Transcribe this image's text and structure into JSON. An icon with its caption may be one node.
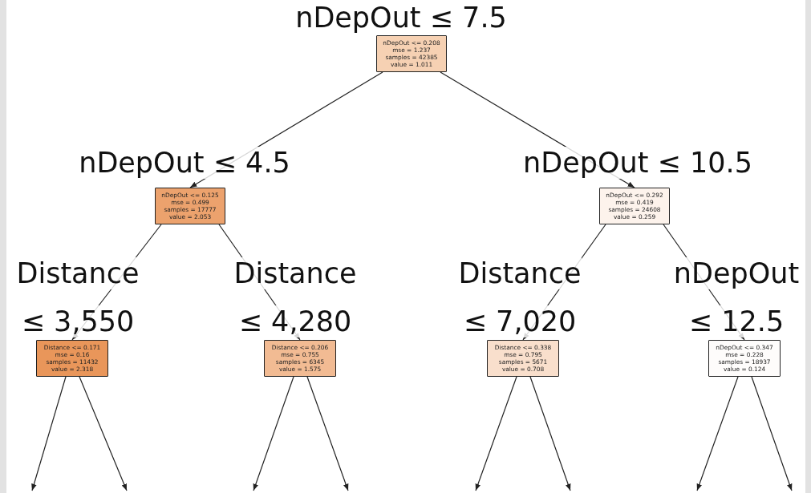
{
  "diagram": {
    "nodes": [
      {
        "text": [
          "nDepOut <= 0.208",
          "mse = 1.237",
          "samples = 42385",
          "value = 1.011"
        ],
        "beside": [
          "nDepOut ≤ 7.5"
        ]
      },
      {
        "text": [
          "nDepOut <= 0.125",
          "mse = 0.499",
          "samples = 17777",
          "value = 2.053"
        ],
        "beside": [
          "nDepOut ≤ 4.5"
        ]
      },
      {
        "text": [
          "nDepOut <= 0.292",
          "mse = 0.419",
          "samples = 24608",
          "value = 0.259"
        ],
        "beside": [
          "nDepOut ≤ 10.5"
        ]
      },
      {
        "text": [
          "Distance <= 0.171",
          "mse = 0.16",
          "samples = 11432",
          "value = 2.318"
        ],
        "beside": [
          "Distance ≤ 3,550"
        ]
      },
      {
        "text": [
          "Distance <= 0.206",
          "mse = 0.755",
          "samples = 6345",
          "value = 1.575"
        ],
        "beside": [
          "Distance ≤ 4,280"
        ]
      },
      {
        "text": [
          "Distance <= 0.338",
          "mse = 0.795",
          "samples = 5671",
          "value = 0.708"
        ],
        "beside": [
          "Distance ≤ 7,020"
        ]
      },
      {
        "text": [
          "nDepOut <= 0.347",
          "mse = 0.228",
          "samples = 18937",
          "value = 0.124"
        ],
        "beside": [
          "nDepOut ≤ 12.5"
        ]
      }
    ],
    "edges": [
      {
        "from": 0,
        "to": 1,
        "arrow": "to"
      },
      {
        "from": 0,
        "to": 2,
        "arrow": "to"
      },
      {
        "from": 1,
        "to": 3,
        "arrow": "to"
      },
      {
        "from": 1,
        "to": 4,
        "arrow": "to"
      },
      {
        "from": 2,
        "to": 5,
        "arrow": "to"
      },
      {
        "from": 2,
        "to": 6,
        "arrow": "to"
      },
      {
        "from": 3,
        "to": null,
        "arrow": "to"
      },
      {
        "from": 3,
        "to": null,
        "arrow": "to"
      },
      {
        "from": 4,
        "to": null,
        "arrow": "to"
      },
      {
        "from": 4,
        "to": null,
        "arrow": "to"
      },
      {
        "from": 5,
        "to": null,
        "arrow": "to"
      },
      {
        "from": 5,
        "to": null,
        "arrow": "to"
      },
      {
        "from": 6,
        "to": null,
        "arrow": "to"
      },
      {
        "from": 6,
        "to": null,
        "arrow": "to"
      }
    ]
  }
}
